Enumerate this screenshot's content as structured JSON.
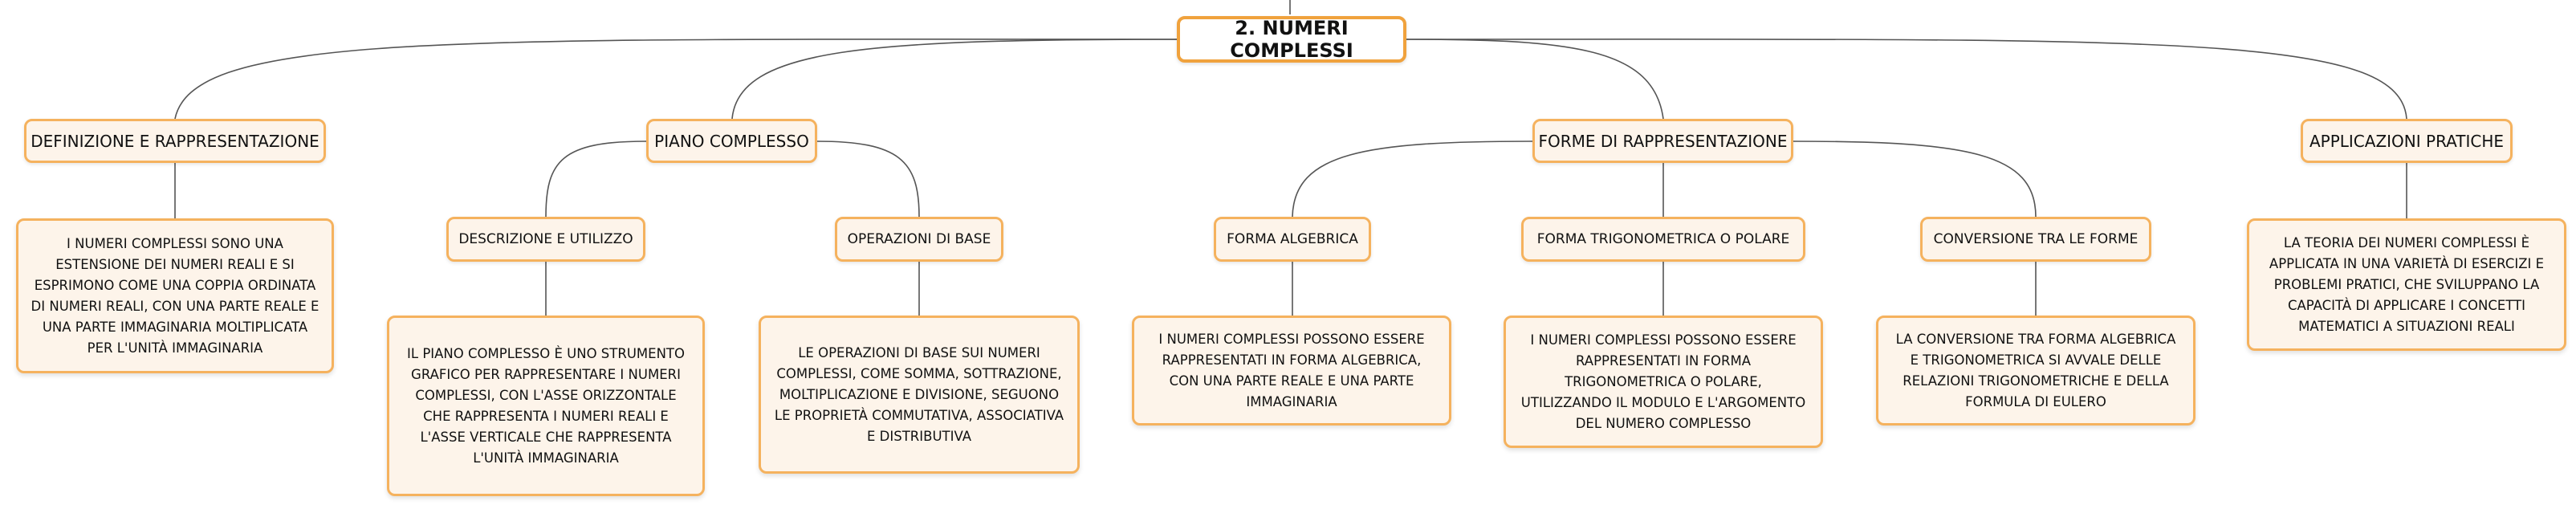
{
  "root": {
    "label": "2. NUMERI COMPLESSI"
  },
  "branches": [
    {
      "label": "DEFINIZIONE E RAPPRESENTAZIONE",
      "children": [
        {
          "text": "I NUMERI COMPLESSI SONO UNA ESTENSIONE DEI NUMERI REALI E SI ESPRIMONO COME UNA COPPIA ORDINATA DI NUMERI REALI, CON UNA PARTE REALE E UNA PARTE IMMAGINARIA MOLTIPLICATA PER L'UNITÀ IMMAGINARIA"
        }
      ]
    },
    {
      "label": "PIANO COMPLESSO",
      "children": [
        {
          "label": "DESCRIZIONE E UTILIZZO",
          "text": "IL PIANO COMPLESSO È UNO STRUMENTO GRAFICO PER RAPPRESENTARE I NUMERI COMPLESSI, CON L'ASSE ORIZZONTALE CHE RAPPRESENTA I NUMERI REALI E L'ASSE VERTICALE CHE RAPPRESENTA L'UNITÀ IMMAGINARIA"
        },
        {
          "label": "OPERAZIONI DI BASE",
          "text": "LE OPERAZIONI DI BASE SUI NUMERI COMPLESSI, COME SOMMA, SOTTRAZIONE, MOLTIPLICAZIONE E DIVISIONE, SEGUONO LE PROPRIETÀ COMMUTATIVA, ASSOCIATIVA E DISTRIBUTIVA"
        }
      ]
    },
    {
      "label": "FORME DI RAPPRESENTAZIONE",
      "children": [
        {
          "label": "FORMA ALGEBRICA",
          "text": "I NUMERI COMPLESSI POSSONO ESSERE RAPPRESENTATI IN FORMA ALGEBRICA, CON UNA PARTE REALE E UNA PARTE IMMAGINARIA"
        },
        {
          "label": "FORMA TRIGONOMETRICA O POLARE",
          "text": "I NUMERI COMPLESSI POSSONO ESSERE RAPPRESENTATI IN FORMA TRIGONOMETRICA O POLARE, UTILIZZANDO IL MODULO E L'ARGOMENTO DEL NUMERO COMPLESSO"
        },
        {
          "label": "CONVERSIONE TRA LE FORME",
          "text": "LA CONVERSIONE TRA FORMA ALGEBRICA E TRIGONOMETRICA SI AVVALE DELLE RELAZIONI TRIGONOMETRICHE E DELLA FORMULA DI EULERO"
        }
      ]
    },
    {
      "label": "APPLICAZIONI PRATICHE",
      "children": [
        {
          "text": "LA TEORIA DEI NUMERI COMPLESSI È APPLICATA IN UNA VARIETÀ DI ESERCIZI E PROBLEMI PRATICI, CHE SVILUPPANO LA CAPACITÀ DI APPLICARE I CONCETTI MATEMATICI A SITUAZIONI REALI"
        }
      ]
    }
  ],
  "colors": {
    "border": "#f5b25e",
    "fill": "#fdf4ea",
    "connector": "#555555"
  }
}
